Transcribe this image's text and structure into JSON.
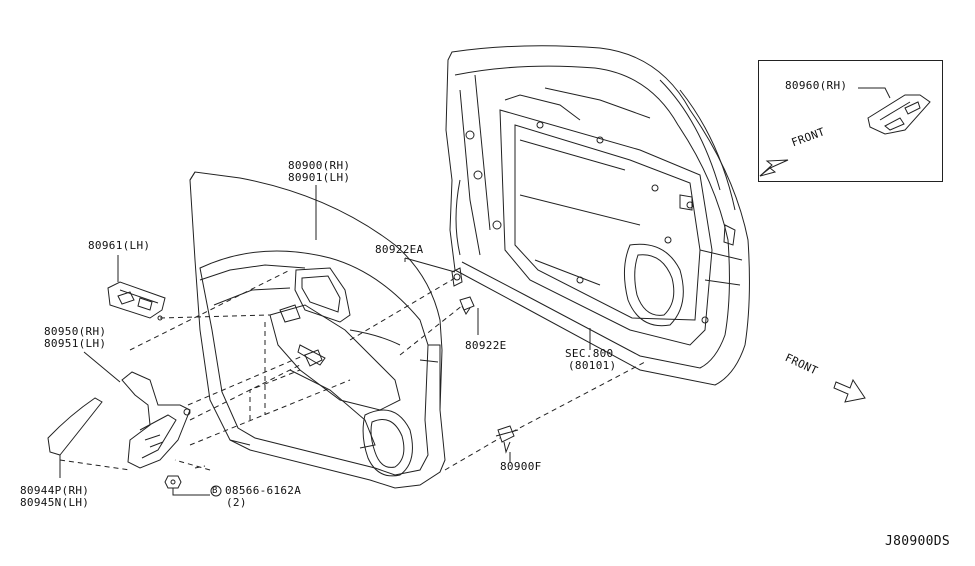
{
  "labels": {
    "p80900": "80900(RH)",
    "p80901": "80901(LH)",
    "p80922EA": "80922EA",
    "p80961": "80961(LH)",
    "p80950": "80950(RH)",
    "p80951": "80951(LH)",
    "p80922E": "80922E",
    "sec800": "SEC.800",
    "sec80101": "(80101)",
    "p80900F": "80900F",
    "p80944P": "80944P(RH)",
    "p80945N": "80945N(LH)",
    "bolt": "08566-6162A",
    "bolt_qty": "(2)",
    "bolt_mark": "B",
    "p80960": "80960(RH)",
    "front_inset": "FRONT",
    "front_main": "FRONT",
    "diagram_code": "J80900DS"
  }
}
